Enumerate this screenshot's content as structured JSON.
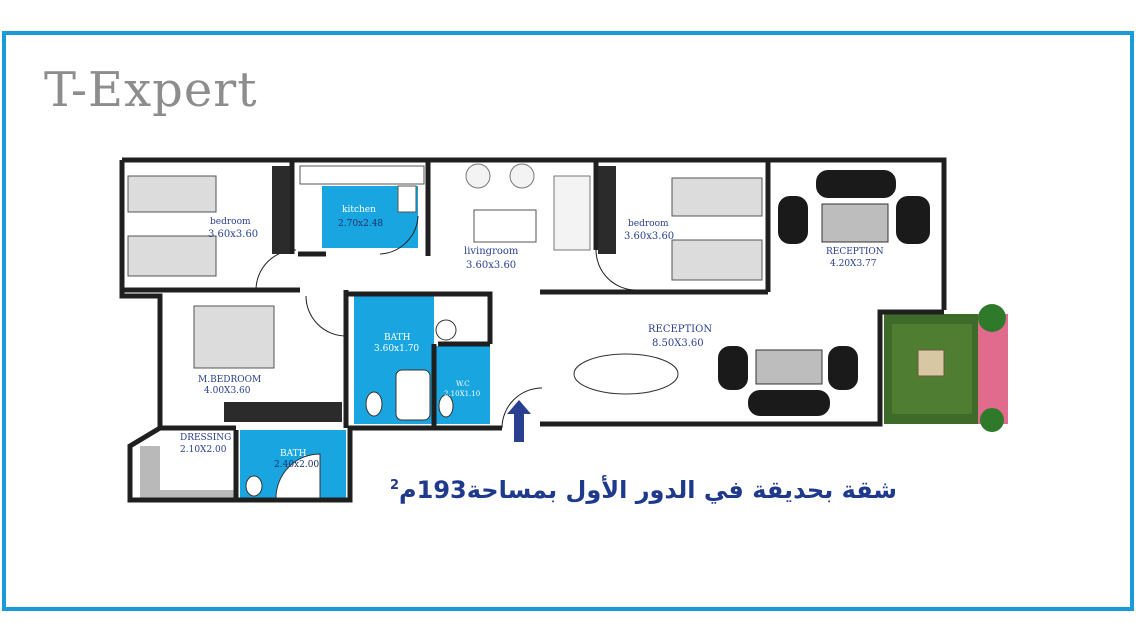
{
  "logo": {
    "text": "T-Expert"
  },
  "colors": {
    "frame": "#1a9ad6",
    "wall": "#1f1f1f",
    "wet_area": "#19a6e0",
    "label": "#2a3f8f",
    "garden": "#3f6b2a",
    "flowers": "#e06b8d"
  },
  "rooms": [
    {
      "id": "bedroom-1",
      "name": "bedroom",
      "size": "3.60x3.60"
    },
    {
      "id": "kitchen",
      "name": "kitchen",
      "size": "2.70x2.48"
    },
    {
      "id": "livingroom",
      "name": "livingroom",
      "size": "3.60x3.60"
    },
    {
      "id": "bedroom-2",
      "name": "bedroom",
      "size": "3.60x3.60"
    },
    {
      "id": "reception-small",
      "name": "RECEPTION",
      "size": "4.20X3.77"
    },
    {
      "id": "reception-large",
      "name": "RECEPTION",
      "size": "8.50X3.60"
    },
    {
      "id": "bath-1",
      "name": "BATH",
      "size": "3.60x1.70"
    },
    {
      "id": "wc",
      "name": "W.C",
      "size": "2.10X1.10"
    },
    {
      "id": "master-bedroom",
      "name": "M.BEDROOM",
      "size": "4.00X3.60"
    },
    {
      "id": "dressing",
      "name": "DRESSING",
      "size": "2.10X2.00"
    },
    {
      "id": "bath-2",
      "name": "BATH",
      "size": "2.40x2.00"
    }
  ],
  "entrance": {
    "label": "ENTRANCE"
  },
  "caption": {
    "text": "شقة بحديقة في الدور الأول بمساحة193م",
    "superscript": "2"
  }
}
